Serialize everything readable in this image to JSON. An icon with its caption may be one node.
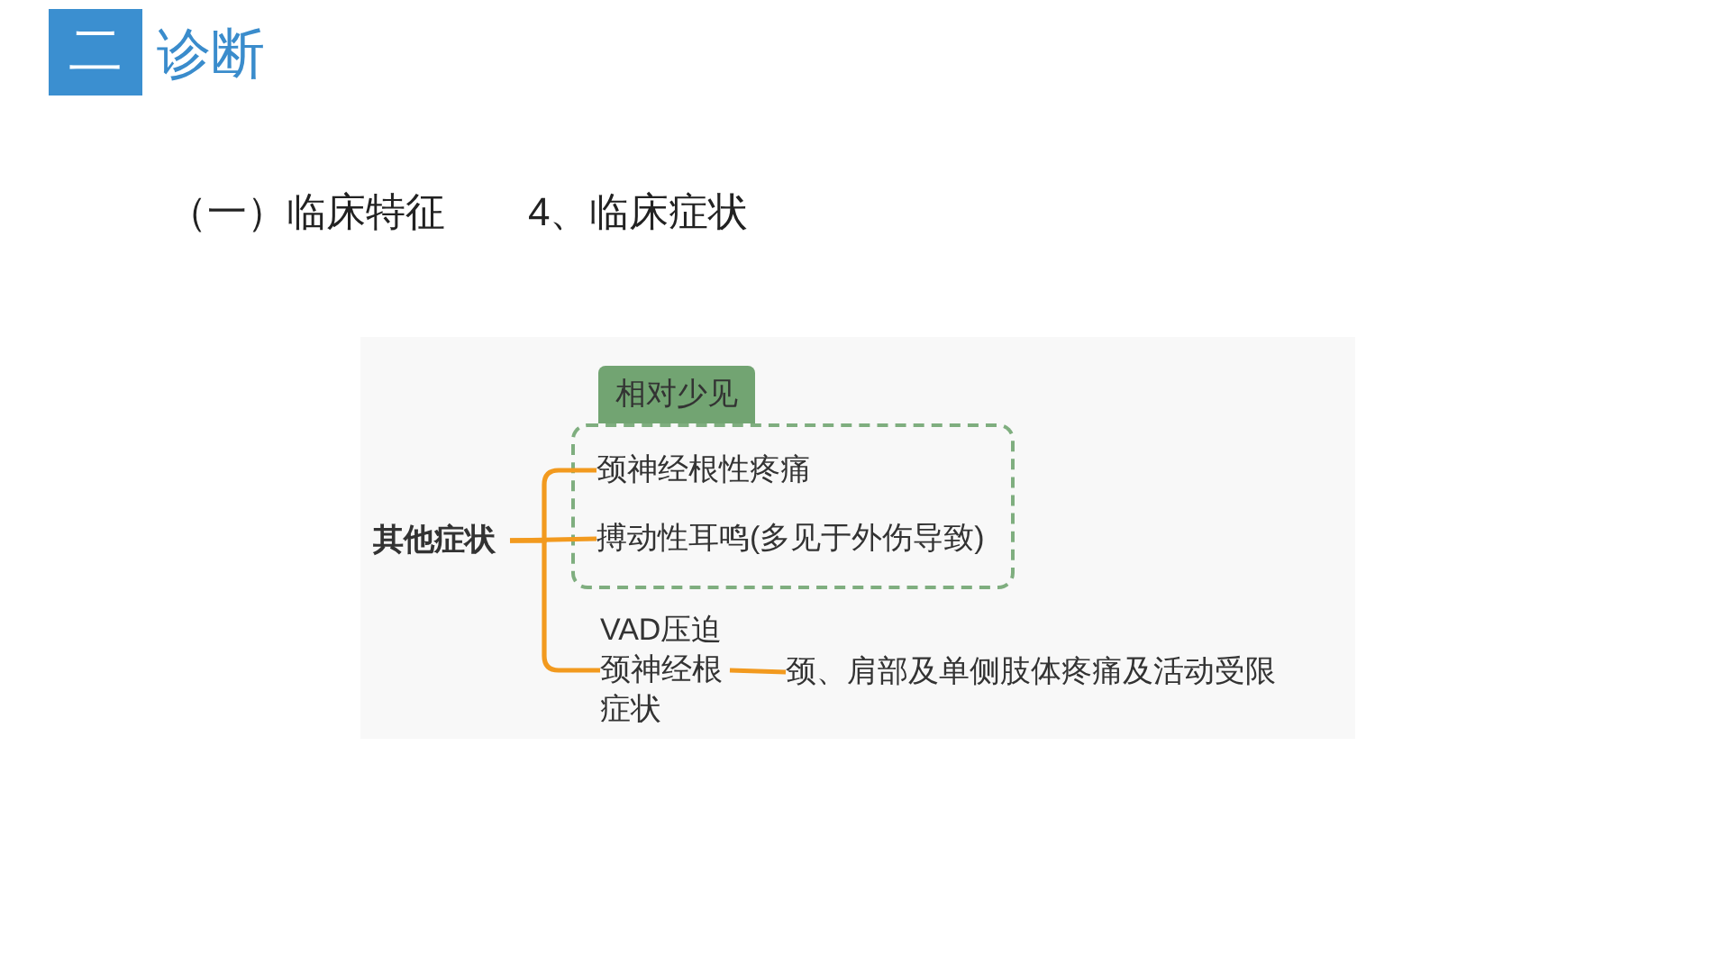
{
  "diagram": {
    "title": "诊断",
    "nodes": [
      {
        "text": [
          "其他症状"
        ]
      },
      {
        "text": [
          "相对少见"
        ]
      },
      {
        "text": [
          "颈神经根性疼痛"
        ],
        "in": 1
      },
      {
        "text": [
          "搏动性耳鸣(多见于外伤导致)"
        ],
        "in": 1
      },
      {
        "text": [
          "VAD压迫颈神经根症状"
        ]
      },
      {
        "text": [
          "颈、肩部及单侧肢体疼痛及活动受限"
        ]
      }
    ],
    "edges": [
      {
        "from": 0,
        "to": 2,
        "arrow": "none"
      },
      {
        "from": 0,
        "to": 3,
        "arrow": "none"
      },
      {
        "from": 0,
        "to": 4,
        "arrow": "none"
      },
      {
        "from": 4,
        "to": 5,
        "arrow": "none"
      }
    ],
    "labels": [
      "二",
      "（一）临床特征",
      "4、临床症状"
    ]
  }
}
